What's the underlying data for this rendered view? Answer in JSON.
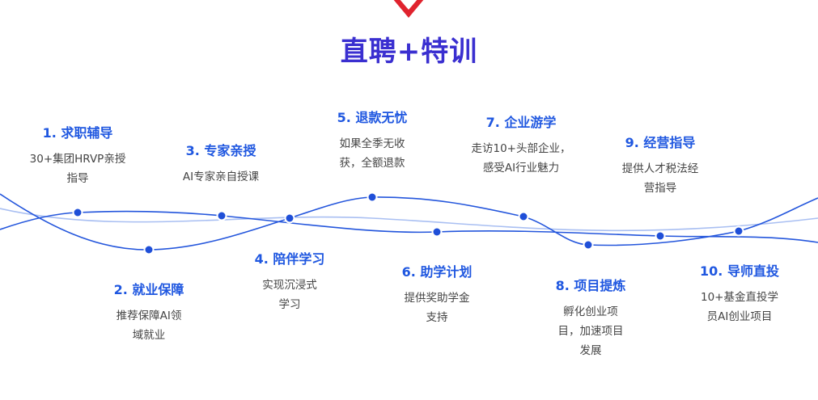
{
  "header": {
    "title": "直聘+特训"
  },
  "steps": [
    {
      "title": "1. 求职辅导",
      "desc": [
        "30+集团HRVP亲授",
        "指导"
      ]
    },
    {
      "title": "2. 就业保障",
      "desc": [
        "推荐保障AI领",
        "域就业"
      ]
    },
    {
      "title": "3. 专家亲授",
      "desc": [
        "AI专家亲自授课"
      ]
    },
    {
      "title": "4. 陪伴学习",
      "desc": [
        "实现沉浸式",
        "学习"
      ]
    },
    {
      "title": "5. 退款无忧",
      "desc": [
        "如果全季无收",
        "获，全额退款"
      ]
    },
    {
      "title": "6. 助学计划",
      "desc": [
        "提供奖助学金",
        "支持"
      ]
    },
    {
      "title": "7. 企业游学",
      "desc": [
        "走访10+头部企业，",
        "感受AI行业魅力"
      ]
    },
    {
      "title": "8. 项目提炼",
      "desc": [
        "孵化创业项",
        "目，加速项目",
        "发展"
      ]
    },
    {
      "title": "9. 经营指导",
      "desc": [
        "提供人才税法经",
        "营指导"
      ]
    },
    {
      "title": "10. 导师直投",
      "desc": [
        "10+基金直投学",
        "员AI创业项目"
      ]
    }
  ],
  "colors": {
    "title": "#3a2fd0",
    "step_title": "#1f57e0",
    "curve_main": "#2456dc",
    "curve_light": "#a9bff2",
    "dot": "#1f4fd8",
    "logo": "#e0232e"
  }
}
